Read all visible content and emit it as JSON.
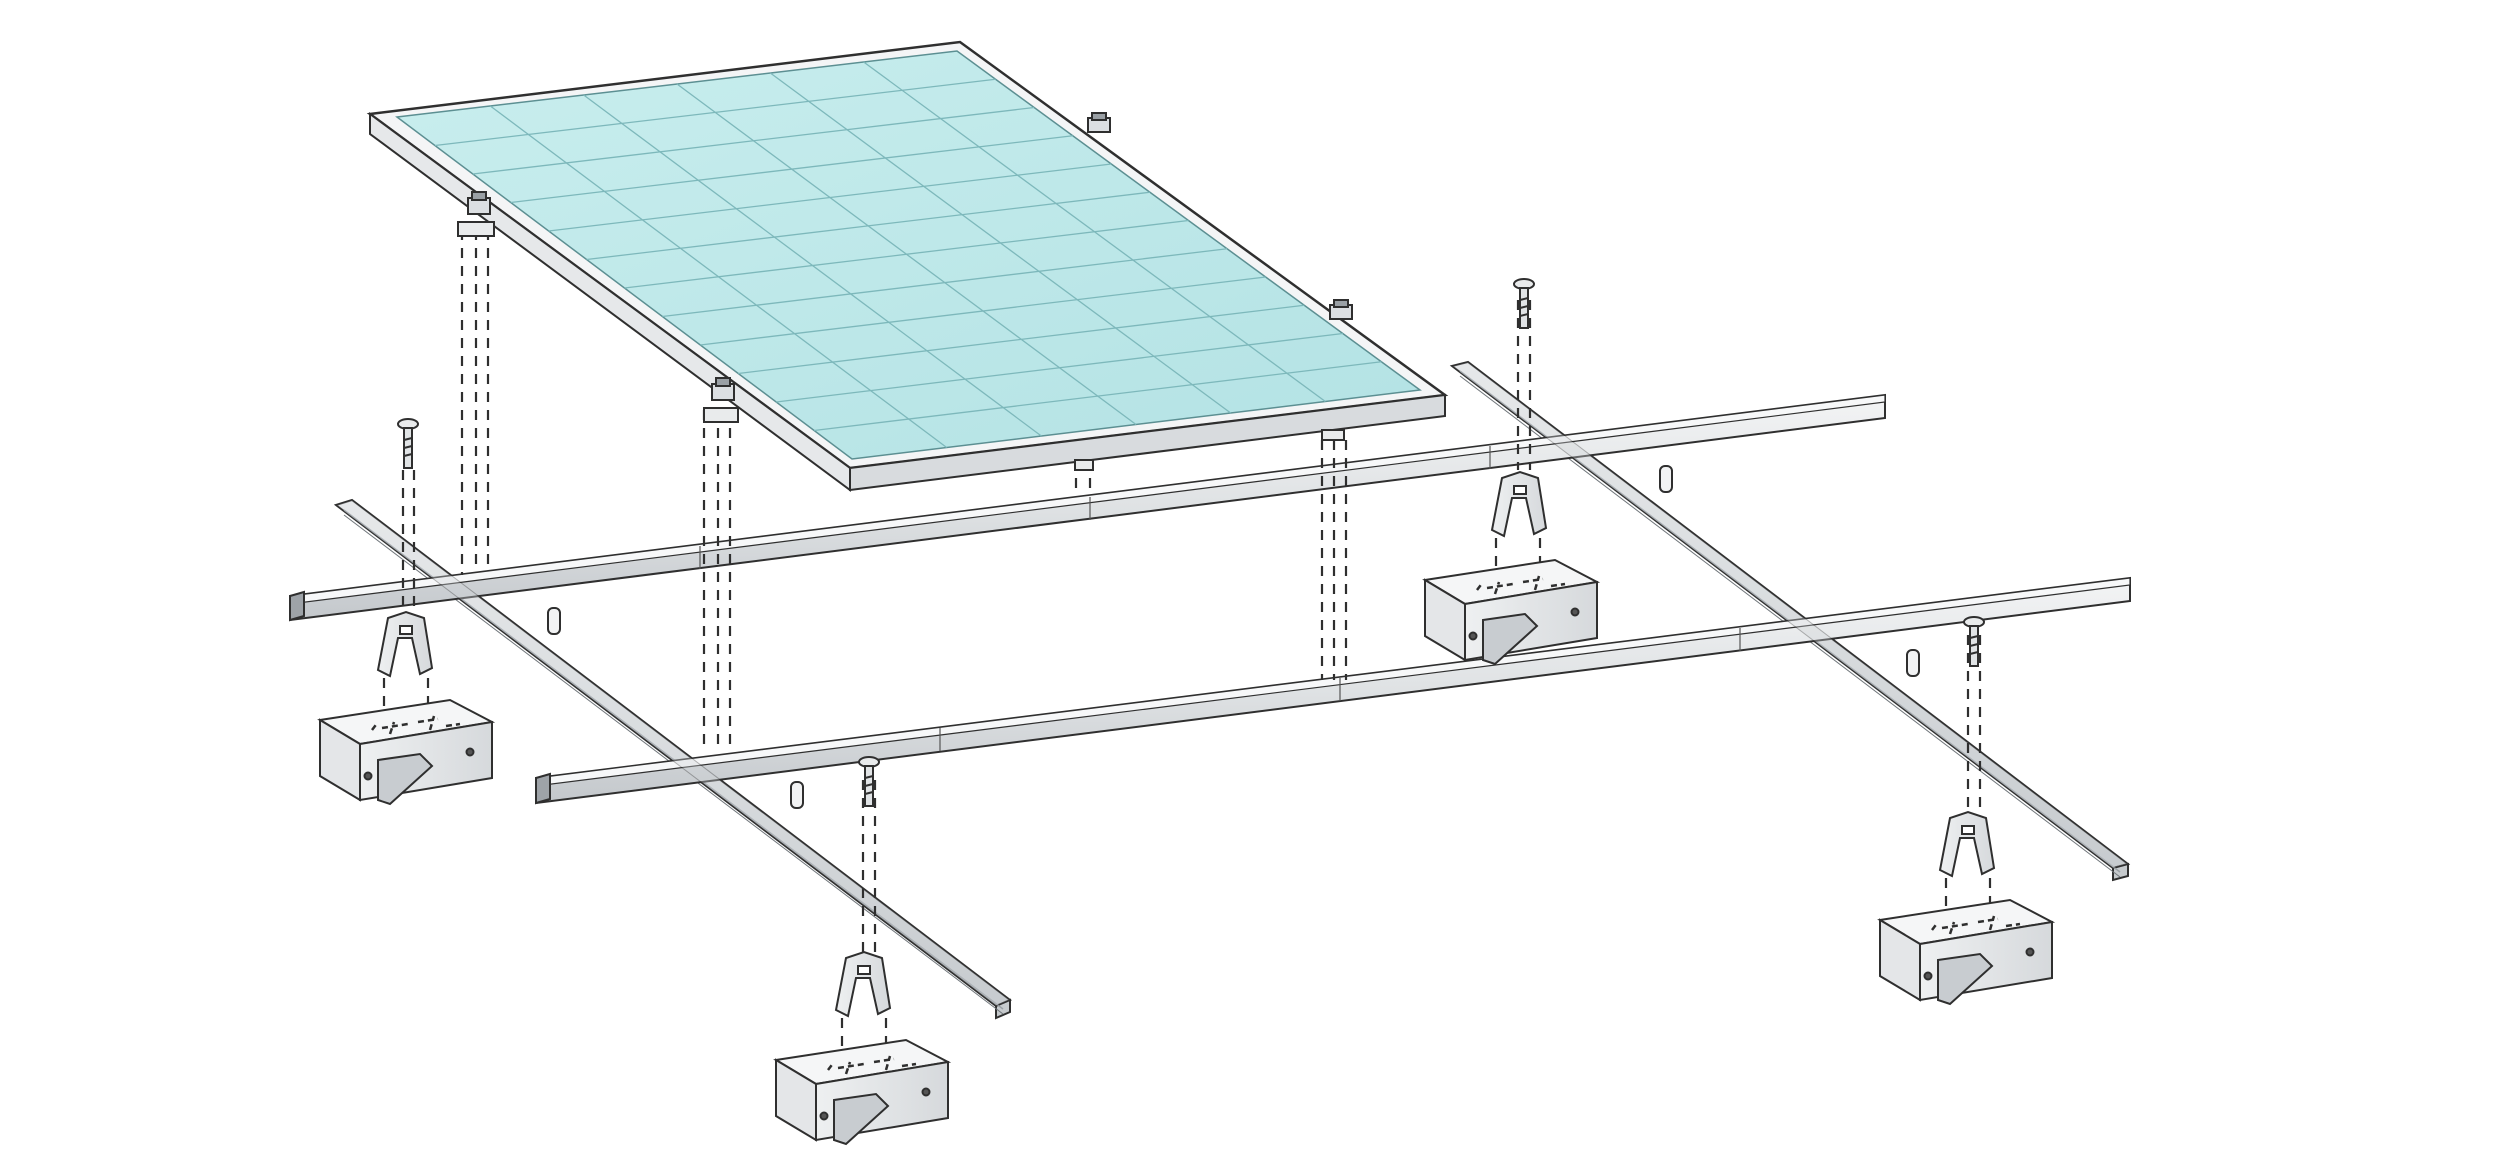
{
  "diagram": {
    "kind": "exploded isometric assembly",
    "colors": {
      "background": "#ffffff",
      "line": "#2f2f2f",
      "glass": "#bfe9ea",
      "glass_grid": "#8cc6c8",
      "frame": "#f4f5f6",
      "rail_light": "#eceef0",
      "rail_mid": "#d2d5d8",
      "rail_dark": "#b5b9bd",
      "metal": "#e7e8ea",
      "metal_shade": "#cfd2d5"
    },
    "components": {
      "solar_panel": {
        "cells_across": 6,
        "cells_down": 12
      },
      "upper_rails": 2,
      "cross_rails": 2,
      "ballast_blocks": 4,
      "rail_clips": 4,
      "bolts": 4,
      "clamps": 6,
      "spacers": 4
    }
  }
}
